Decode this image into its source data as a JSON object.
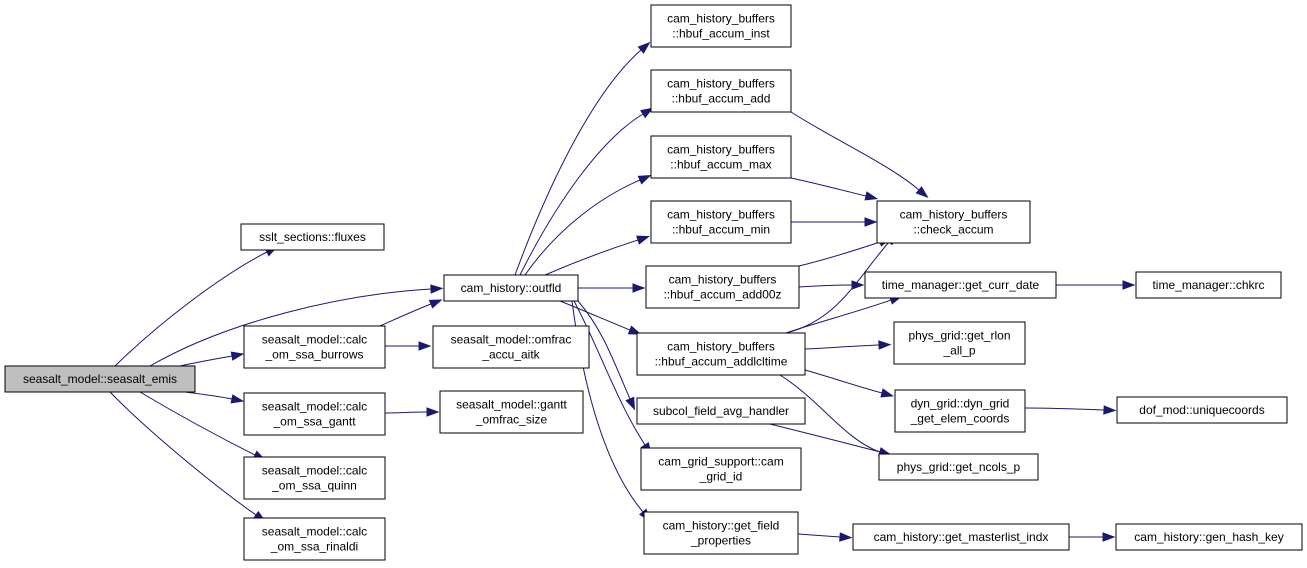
{
  "nodes": [
    {
      "id": "root",
      "lines": [
        "seasalt_model::seasalt_emis"
      ],
      "root": true
    },
    {
      "id": "fluxes",
      "lines": [
        "sslt_sections::fluxes"
      ]
    },
    {
      "id": "outfld",
      "lines": [
        "cam_history::outfld"
      ]
    },
    {
      "id": "burrows",
      "lines": [
        "seasalt_model::calc",
        "_om_ssa_burrows"
      ]
    },
    {
      "id": "gantt",
      "lines": [
        "seasalt_model::calc",
        "_om_ssa_gantt"
      ]
    },
    {
      "id": "quinn",
      "lines": [
        "seasalt_model::calc",
        "_om_ssa_quinn"
      ]
    },
    {
      "id": "rinaldi",
      "lines": [
        "seasalt_model::calc",
        "_om_ssa_rinaldi"
      ]
    },
    {
      "id": "omfrac",
      "lines": [
        "seasalt_model::omfrac",
        "_accu_aitk"
      ]
    },
    {
      "id": "gantt_size",
      "lines": [
        "seasalt_model::gantt",
        "_omfrac_size"
      ]
    },
    {
      "id": "inst",
      "lines": [
        "cam_history_buffers",
        "::hbuf_accum_inst"
      ]
    },
    {
      "id": "add",
      "lines": [
        "cam_history_buffers",
        "::hbuf_accum_add"
      ]
    },
    {
      "id": "max",
      "lines": [
        "cam_history_buffers",
        "::hbuf_accum_max"
      ]
    },
    {
      "id": "min",
      "lines": [
        "cam_history_buffers",
        "::hbuf_accum_min"
      ]
    },
    {
      "id": "add00z",
      "lines": [
        "cam_history_buffers",
        "::hbuf_accum_add00z"
      ]
    },
    {
      "id": "addlcl",
      "lines": [
        "cam_history_buffers",
        "::hbuf_accum_addlcltime"
      ]
    },
    {
      "id": "subcol",
      "lines": [
        "subcol_field_avg_handler"
      ]
    },
    {
      "id": "gridid",
      "lines": [
        "cam_grid_support::cam",
        "_grid_id"
      ]
    },
    {
      "id": "fieldprop",
      "lines": [
        "cam_history::get_field",
        "_properties"
      ]
    },
    {
      "id": "check",
      "lines": [
        "cam_history_buffers",
        "::check_accum"
      ]
    },
    {
      "id": "currdate",
      "lines": [
        "time_manager::get_curr_date"
      ]
    },
    {
      "id": "rlon",
      "lines": [
        "phys_grid::get_rlon",
        "_all_p"
      ]
    },
    {
      "id": "elem",
      "lines": [
        "dyn_grid::dyn_grid",
        "_get_elem_coords"
      ]
    },
    {
      "id": "ncols",
      "lines": [
        "phys_grid::get_ncols_p"
      ]
    },
    {
      "id": "masterlist",
      "lines": [
        "cam_history::get_masterlist_indx"
      ]
    },
    {
      "id": "chkrc",
      "lines": [
        "time_manager::chkrc"
      ]
    },
    {
      "id": "unique",
      "lines": [
        "dof_mod::uniquecoords"
      ]
    },
    {
      "id": "hashkey",
      "lines": [
        "cam_history::gen_hash_key"
      ]
    }
  ],
  "edges": [
    {
      "from": "root",
      "to": "fluxes"
    },
    {
      "from": "root",
      "to": "outfld"
    },
    {
      "from": "root",
      "to": "burrows"
    },
    {
      "from": "root",
      "to": "gantt"
    },
    {
      "from": "root",
      "to": "quinn"
    },
    {
      "from": "root",
      "to": "rinaldi"
    },
    {
      "from": "burrows",
      "to": "outfld"
    },
    {
      "from": "burrows",
      "to": "omfrac"
    },
    {
      "from": "gantt",
      "to": "gantt_size"
    },
    {
      "from": "outfld",
      "to": "inst"
    },
    {
      "from": "outfld",
      "to": "add"
    },
    {
      "from": "outfld",
      "to": "max"
    },
    {
      "from": "outfld",
      "to": "min"
    },
    {
      "from": "outfld",
      "to": "add00z"
    },
    {
      "from": "outfld",
      "to": "addlcl"
    },
    {
      "from": "outfld",
      "to": "subcol"
    },
    {
      "from": "outfld",
      "to": "gridid"
    },
    {
      "from": "outfld",
      "to": "fieldprop"
    },
    {
      "from": "add",
      "to": "check"
    },
    {
      "from": "max",
      "to": "check"
    },
    {
      "from": "min",
      "to": "check"
    },
    {
      "from": "add00z",
      "to": "check"
    },
    {
      "from": "add00z",
      "to": "currdate"
    },
    {
      "from": "addlcl",
      "to": "check"
    },
    {
      "from": "addlcl",
      "to": "currdate"
    },
    {
      "from": "addlcl",
      "to": "rlon"
    },
    {
      "from": "addlcl",
      "to": "elem"
    },
    {
      "from": "addlcl",
      "to": "ncols"
    },
    {
      "from": "subcol",
      "to": "ncols"
    },
    {
      "from": "currdate",
      "to": "chkrc"
    },
    {
      "from": "elem",
      "to": "unique"
    },
    {
      "from": "fieldprop",
      "to": "masterlist"
    },
    {
      "from": "masterlist",
      "to": "hashkey"
    }
  ]
}
